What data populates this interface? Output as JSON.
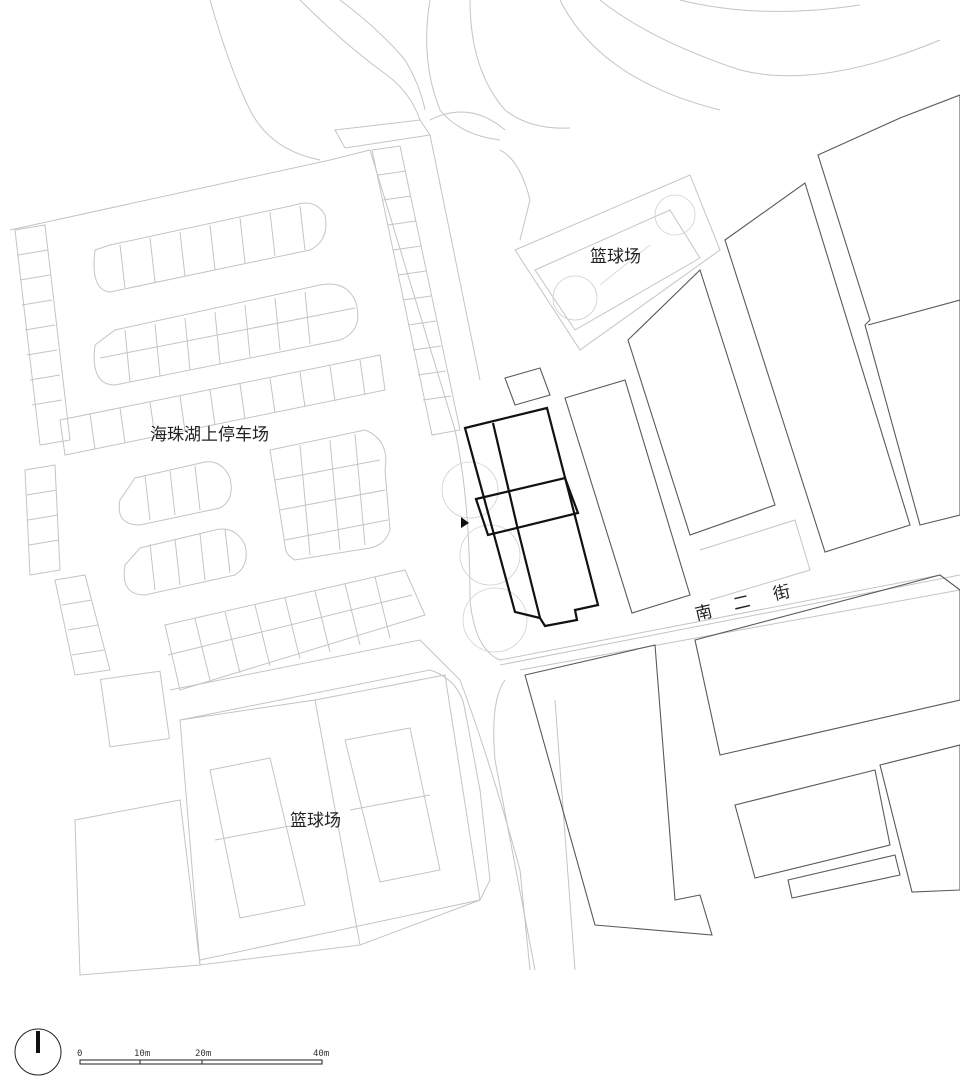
{
  "labels": {
    "parking": "海珠湖上停车场",
    "court_top": "篮球场",
    "court_bottom": "篮球场",
    "street_1": "南",
    "street_2": "二",
    "street_3": "街"
  },
  "scale_bar": {
    "ticks": [
      "0",
      "10m",
      "20m",
      "40m"
    ]
  },
  "colors": {
    "background": "#ffffff",
    "context_line": "#c4c4c4",
    "building_line": "#5a5a5a",
    "highlight_line": "#111111"
  },
  "icons": {
    "north": "north-arrow-icon",
    "entrance": "entrance-triangle-icon"
  }
}
